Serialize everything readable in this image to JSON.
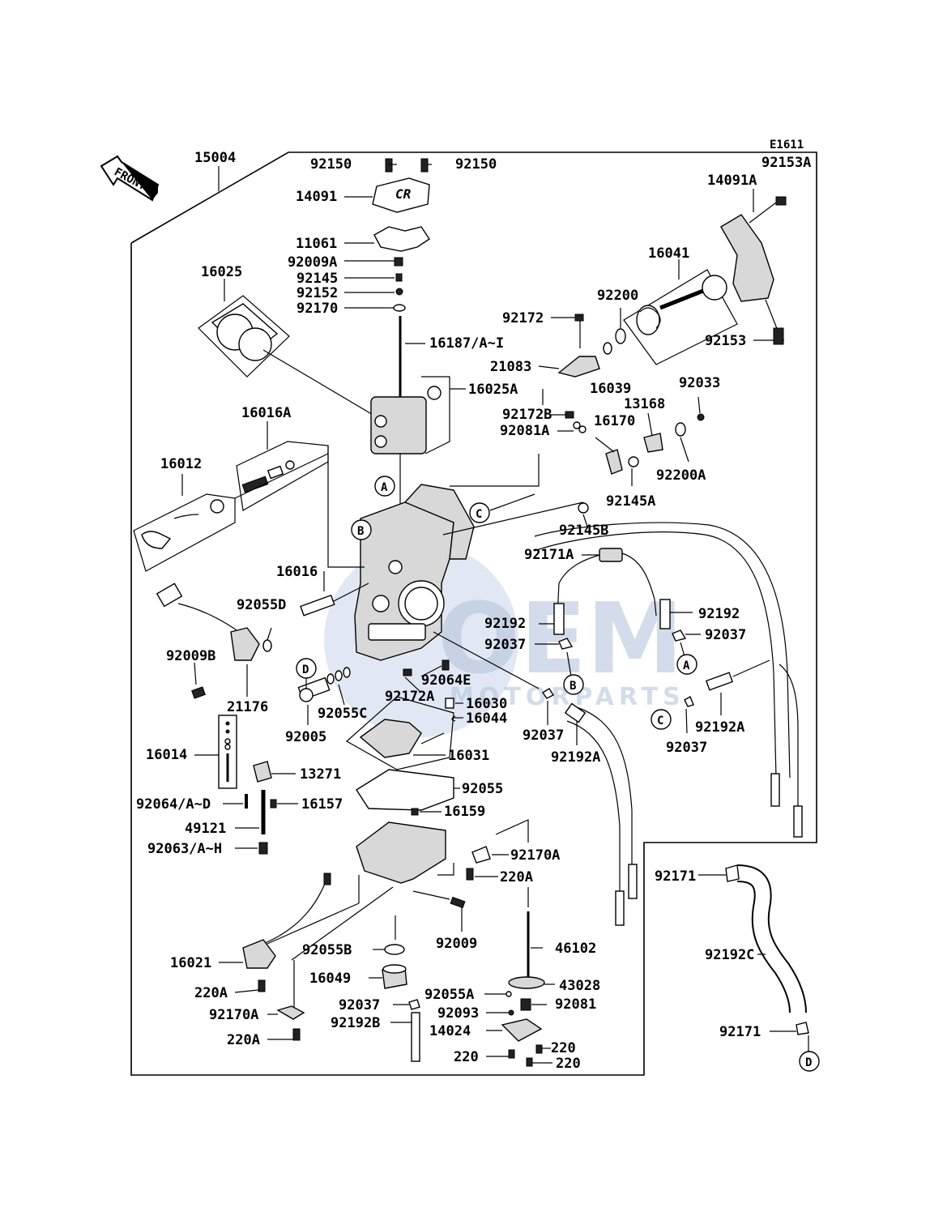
{
  "diagram_code": "E1611",
  "front_label": "FRONT",
  "watermark": {
    "big": "OEM",
    "small": "MOTORPARTS"
  },
  "callout_letters": [
    "A",
    "B",
    "C",
    "D"
  ],
  "part_labels": {
    "p15004": "15004",
    "p92150a": "92150",
    "p92150b": "92150",
    "p14091": "14091",
    "p11061": "11061",
    "p92009A": "92009A",
    "p92145": "92145",
    "p92152": "92152",
    "p92170": "92170",
    "p16025": "16025",
    "p16187": "16187/A~I",
    "p16025A": "16025A",
    "p92153A": "92153A",
    "p14091A": "14091A",
    "p16041": "16041",
    "p92200": "92200",
    "p92172": "92172",
    "p92153": "92153",
    "p21083": "21083",
    "p16039": "16039",
    "p92033": "92033",
    "p92172B": "92172B",
    "p13168": "13168",
    "p16170": "16170",
    "p92081A": "92081A",
    "p92200A": "92200A",
    "p92145A": "92145A",
    "p16016A": "16016A",
    "p16012": "16012",
    "p92145B": "92145B",
    "p92171A": "92171A",
    "p16016": "16016",
    "p92192a": "92192",
    "p92192b": "92192",
    "p92055D": "92055D",
    "p92037a": "92037",
    "p92037b": "92037",
    "p92009B": "92009B",
    "p92064E": "92064E",
    "p92172A": "92172A",
    "p16030": "16030",
    "p16044": "16044",
    "p21176": "21176",
    "p92055C": "92055C",
    "p92005": "92005",
    "p92037c": "92037",
    "p92192A_a": "92192A",
    "p92037d": "92037",
    "p92192A_b": "92192A",
    "p16014": "16014",
    "p16031": "16031",
    "p13271": "13271",
    "p92055": "92055",
    "p92064": "92064/A~D",
    "p16157": "16157",
    "p16159": "16159",
    "p49121": "49121",
    "p92063": "92063/A~H",
    "p92170A_a": "92170A",
    "p220A_a": "220A",
    "p92171a": "92171",
    "p92009": "92009",
    "p46102": "46102",
    "p92192C": "92192C",
    "p16021": "16021",
    "p92055B": "92055B",
    "p220A_b": "220A",
    "p16049": "16049",
    "p43028": "43028",
    "p92170A_b": "92170A",
    "p92037e": "92037",
    "p92055A": "92055A",
    "p92081": "92081",
    "p92093": "92093",
    "p92192B": "92192B",
    "p14024": "14024",
    "p220A_c": "220A",
    "p220a": "220",
    "p220b": "220",
    "p220c": "220",
    "p92171b": "92171"
  }
}
